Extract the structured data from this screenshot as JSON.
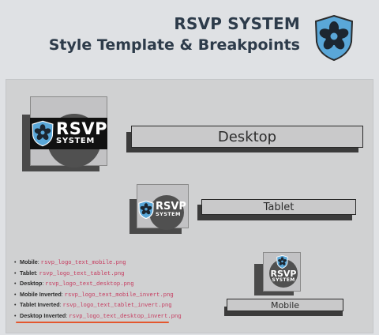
{
  "header": {
    "title": "RSVP SYSTEM",
    "subtitle": "Style Template & Breakpoints"
  },
  "logo": {
    "word1": "RSVP",
    "word2": "SYSTEM"
  },
  "breakpoints": {
    "desktop": "Desktop",
    "tablet": "Tablet",
    "mobile": "Mobile"
  },
  "files": [
    {
      "label": "Mobile",
      "file": "rsvp_logo_text_mobile.png"
    },
    {
      "label": "Tablet",
      "file": "rsvp_logo_text_tablet.png"
    },
    {
      "label": "Desktop",
      "file": "rsvp_logo_text_desktop.png"
    },
    {
      "label": "Mobile Inverted",
      "file": "rsvp_logo_text_mobile_invert.png"
    },
    {
      "label": "Tablet Inverted",
      "file": "rsvp_logo_text_tablet_invert.png"
    },
    {
      "label": "Desktop Inverted",
      "file": "rsvp_logo_text_desktop_invert.png"
    }
  ],
  "colors": {
    "heading": "#2d3b4a",
    "shield_fill": "#5aa7d8",
    "filename": "#c63a5e",
    "underline": "#e4572e"
  }
}
